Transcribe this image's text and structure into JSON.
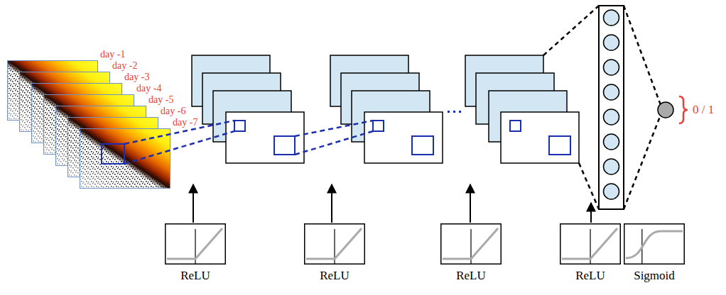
{
  "diagram": {
    "nodes": [
      {
        "text": [
          "ReLU"
        ]
      },
      {
        "text": [
          "ReLU"
        ]
      },
      {
        "text": [
          "ReLU"
        ]
      },
      {
        "text": [
          "ReLU"
        ]
      },
      {
        "text": [
          "Sigmoid"
        ]
      }
    ],
    "labels": [
      "day -1",
      "day -2",
      "day -3",
      "day -4",
      "day -5",
      "day -6",
      "day -7",
      "0 / 1"
    ]
  }
}
